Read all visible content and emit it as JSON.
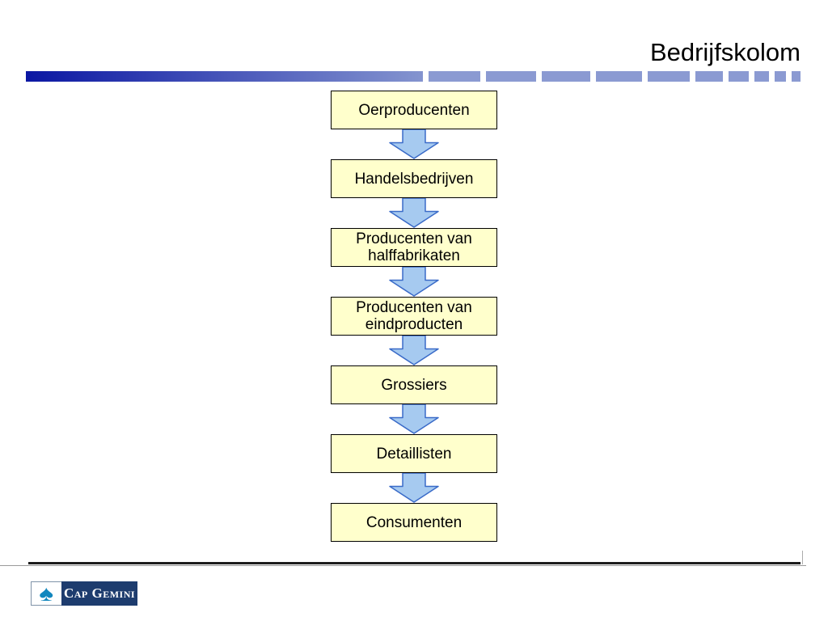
{
  "slide": {
    "title": "Bedrijfskolom",
    "flow": {
      "type": "vertical-flowchart",
      "steps": [
        {
          "label": "Oerproducenten"
        },
        {
          "label": "Handelsbedrijven"
        },
        {
          "label": "Producenten van halffabrikaten"
        },
        {
          "label": "Producenten van eindproducten"
        },
        {
          "label": "Grossiers"
        },
        {
          "label": "Detaillisten"
        },
        {
          "label": "Consumenten"
        }
      ],
      "connector": "down-block-arrow"
    },
    "footer": {
      "logo_text": "Cap Gemini",
      "logo_icon": "spade-icon"
    },
    "colors": {
      "box_fill": "#FFFFCC",
      "box_border": "#000000",
      "arrow_fill": "#A6CAF0",
      "arrow_stroke": "#3A6BC8",
      "bar_gradient_start": "#0B17A3",
      "bar_gradient_end": "#8494CF",
      "bar_segment": "#8B9AD2",
      "footer_rule": "#1D1D1D",
      "logo_navy": "#1D3C6E",
      "logo_spade_blue": "#1287BE"
    }
  }
}
